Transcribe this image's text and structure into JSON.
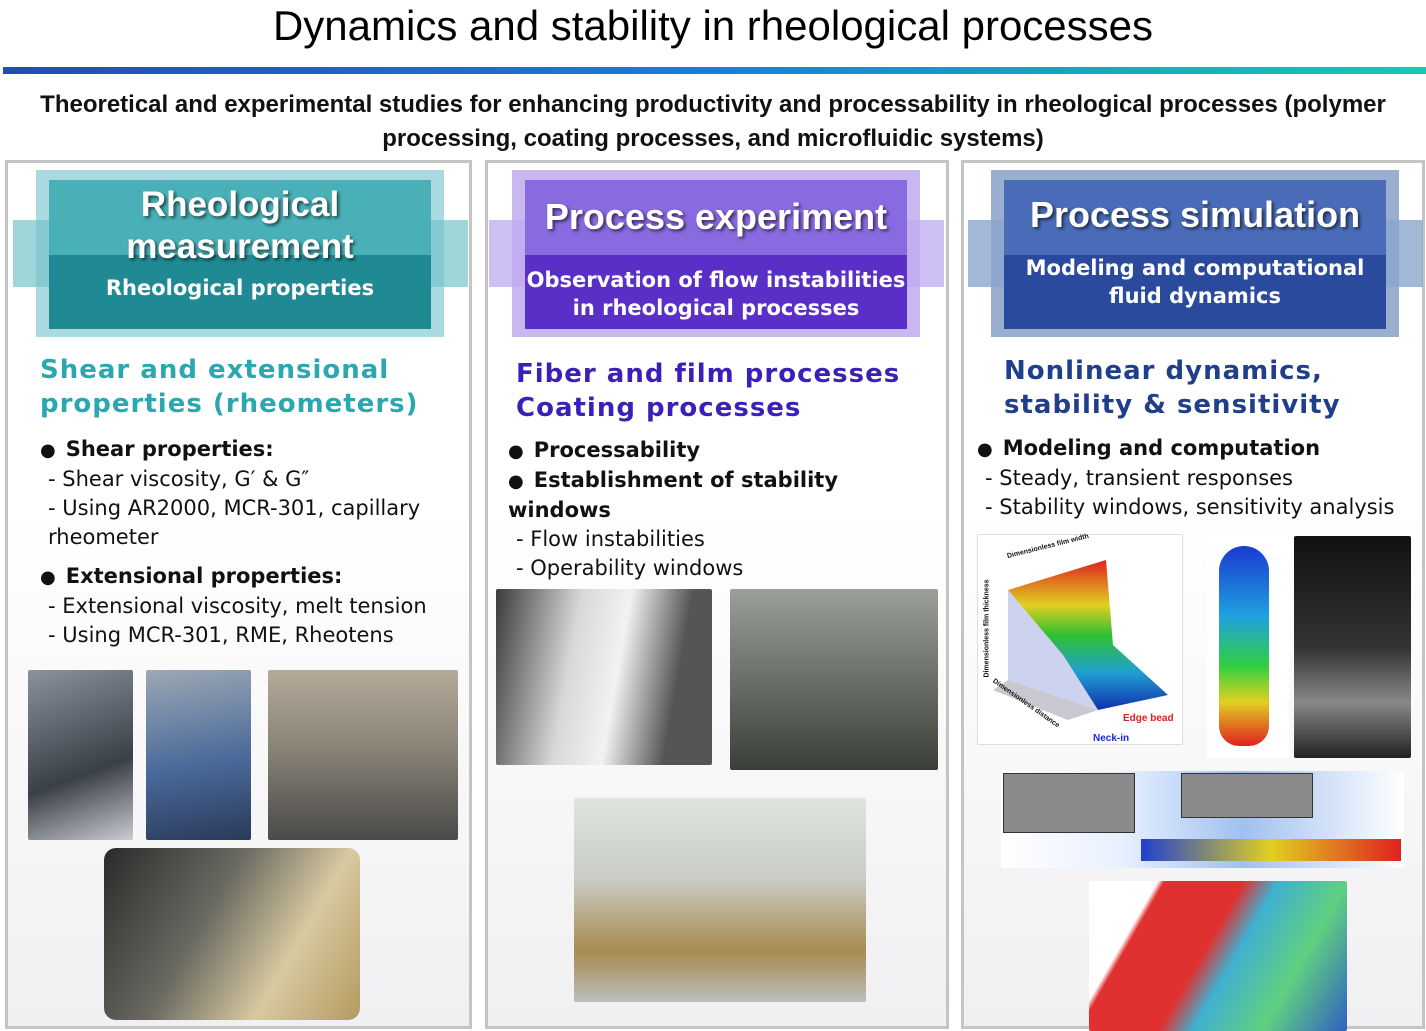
{
  "title": "Dynamics and stability in rheological processes",
  "subtitle": "Theoretical and experimental studies for enhancing productivity and processability in rheological processes (polymer processing, coating processes, and microfluidic systems)",
  "colors": {
    "accent_rule": [
      "#1e4fb0",
      "#18c8b0"
    ],
    "panel1": "#2ba7b0",
    "panel2": "#3a1fb8",
    "panel3": "#1f3f8a"
  },
  "panels": [
    {
      "header_title": "Rheological measurement",
      "header_sub": "Rheological properties",
      "heading": [
        "Shear and extensional",
        "properties (rheometers)"
      ],
      "items": [
        {
          "type": "bullet",
          "text": "Shear properties:"
        },
        {
          "type": "dash",
          "text": "- Shear viscosity, G′ & G″"
        },
        {
          "type": "dash",
          "text": "- Using AR2000, MCR-301, capillary rheometer"
        },
        {
          "type": "bullet",
          "text": "Extensional properties:"
        },
        {
          "type": "dash",
          "text": "- Extensional viscosity, melt tension"
        },
        {
          "type": "dash",
          "text": "- Using MCR-301, RME, Rheotens"
        }
      ]
    },
    {
      "header_title": "Process  experiment",
      "header_sub": "Observation of flow instabilities in rheological processes",
      "heading": [
        "Fiber and film processes",
        "Coating processes"
      ],
      "items": [
        {
          "type": "bullet",
          "text": "Processability"
        },
        {
          "type": "bullet",
          "text": "Establishment of stability windows"
        },
        {
          "type": "dash",
          "text": "- Flow instabilities"
        },
        {
          "type": "dash",
          "text": "- Operability windows"
        }
      ]
    },
    {
      "header_title": "Process simulation",
      "header_sub": "Modeling and computational fluid dynamics",
      "heading": [
        "Nonlinear dynamics,",
        "stability & sensitivity"
      ],
      "items": [
        {
          "type": "bullet",
          "text": "Modeling and computation"
        },
        {
          "type": "dash",
          "text": "- Steady, transient responses"
        },
        {
          "type": "dash",
          "text": "- Stability windows, sensitivity analysis"
        }
      ]
    }
  ],
  "figure": {
    "x_axis": "Dimensionless film width",
    "y_axis": "Dimensionless film thickness",
    "z_axis": "Dimensionless distance",
    "labels": [
      "Edge bead",
      "Neck-in"
    ]
  }
}
